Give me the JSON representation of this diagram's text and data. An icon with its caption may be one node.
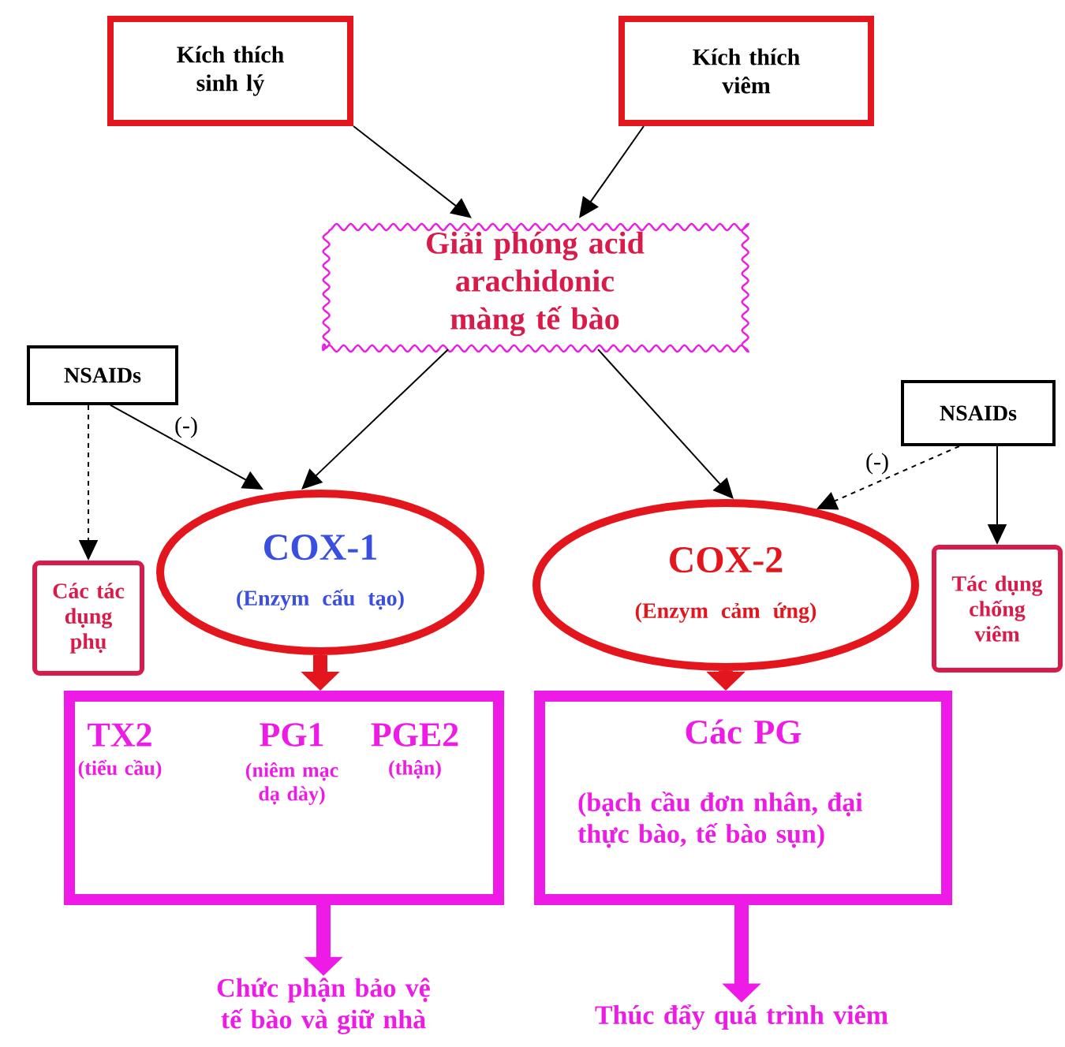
{
  "diagram": {
    "nodes": [
      {
        "text": [
          "Kích thích sinh lý"
        ]
      },
      {
        "text": [
          "Kích thích viêm"
        ]
      },
      {
        "text": [
          "Giải phóng acid arachidonic màng tế bào"
        ]
      },
      {
        "text": [
          "NSAIDs"
        ]
      },
      {
        "text": [
          "NSAIDs"
        ]
      },
      {
        "text": [
          "COX-1",
          "(Enzym cấu tạo)"
        ]
      },
      {
        "text": [
          "COX-2",
          "(Enzym cảm ứng)"
        ]
      },
      {
        "text": [
          "Các tác dụng phụ"
        ]
      },
      {
        "text": [
          "Tác dụng chống viêm"
        ]
      },
      {
        "text": [
          "TX2",
          "(tiểu cầu)",
          "PG1",
          "(niêm mạc dạ dày)",
          "PGE2",
          "(thận)"
        ]
      },
      {
        "text": [
          "Các PG",
          "(bạch cầu đơn nhân, đại thực bào, tế bào sụn)"
        ]
      },
      {
        "text": [
          "Chức phận bảo vệ tế bào và giữ nhà"
        ]
      },
      {
        "text": [
          "Thúc đẩy quá trình viêm"
        ]
      }
    ],
    "edges": [
      {
        "from": 0,
        "to": 2,
        "arrow": "to"
      },
      {
        "from": 1,
        "to": 2,
        "arrow": "to"
      },
      {
        "from": 2,
        "to": 5,
        "arrow": "to"
      },
      {
        "from": 3,
        "to": 5,
        "arrow": "to",
        "label": "(-)"
      },
      {
        "from": 2,
        "to": 6,
        "arrow": "to"
      },
      {
        "from": 3,
        "to": 7,
        "arrow": "to",
        "style": "dashed"
      },
      {
        "from": 4,
        "to": 6,
        "arrow": "to",
        "label": "(-)",
        "style": "dashed"
      },
      {
        "from": 4,
        "to": 8,
        "arrow": "to"
      },
      {
        "from": 5,
        "to": 9,
        "arrow": "to",
        "style": "thick",
        "color": "#e3161e"
      },
      {
        "from": 6,
        "to": 10,
        "arrow": "to",
        "style": "thick",
        "color": "#e3161e"
      },
      {
        "from": 9,
        "to": 11,
        "arrow": "to",
        "style": "thick",
        "color": "#ee1be6"
      },
      {
        "from": 10,
        "to": 12,
        "arrow": "to",
        "style": "thick",
        "color": "#ee1be6"
      }
    ]
  }
}
